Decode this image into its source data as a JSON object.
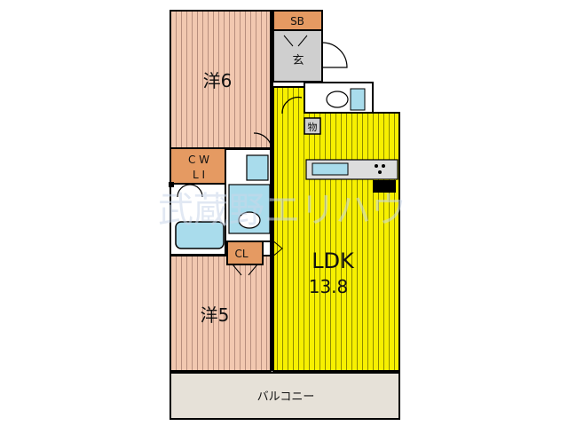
{
  "rooms": {
    "western_6": "洋6",
    "western_5": "洋5",
    "ldk": "LDK",
    "ldk_size": "13.8",
    "shoe_box": "SB",
    "entrance": "玄",
    "storage": "物",
    "closet": "CL",
    "walk_in_closet_top": "C W",
    "walk_in_closet_bottom": "L I",
    "balcony": "バルコニー"
  },
  "watermark": "武蔵野エリハウ",
  "colors": {
    "ldk_floor": "#f7f000",
    "bedroom_floor": "#f2c8b0",
    "bedroom_stripe": "#b78e7d",
    "closet_fill": "#e59a62",
    "entrance_fill": "#cfcfcf",
    "wet_area": "#a9dcec",
    "balcony_fill": "#e6e1d8",
    "wall": "#000000"
  }
}
